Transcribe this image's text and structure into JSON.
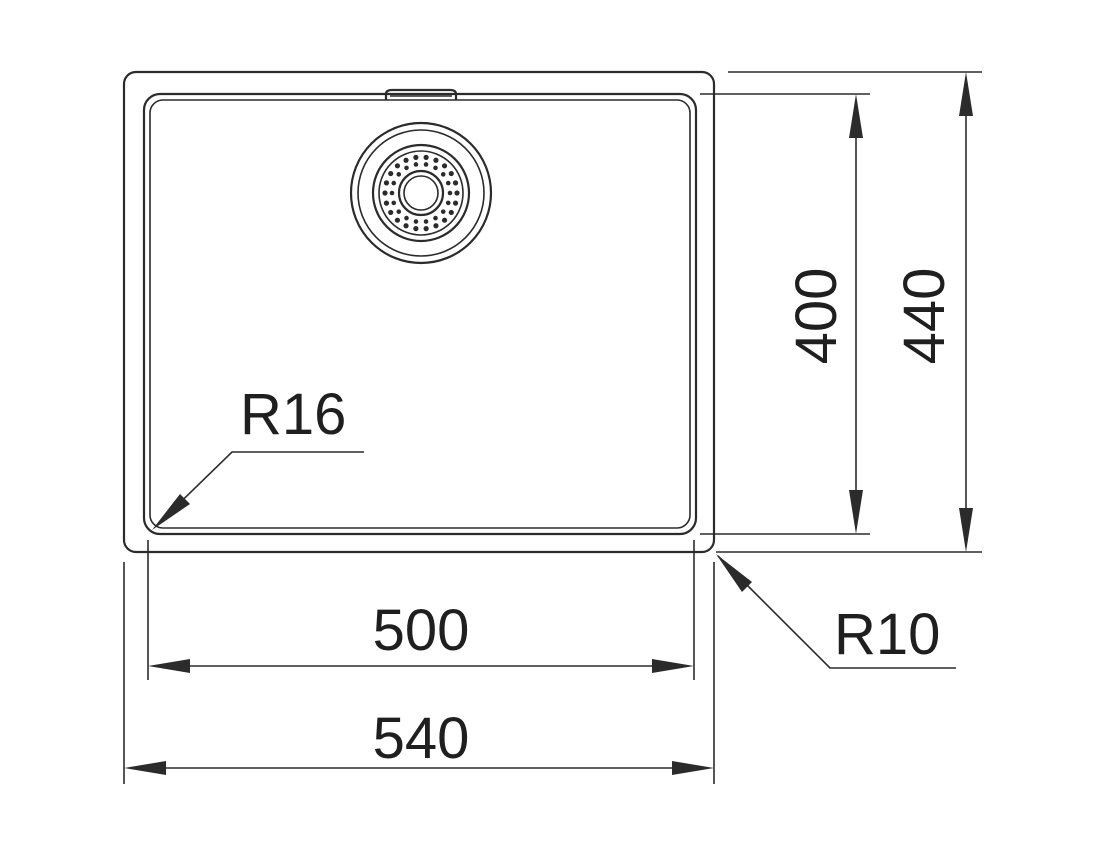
{
  "dimensions": {
    "inner_width": "500",
    "outer_width": "540",
    "inner_depth": "400",
    "outer_depth": "440",
    "inner_corner_radius": "R16",
    "outer_corner_radius": "R10"
  },
  "colors": {
    "line": "#2b2b2b",
    "text": "#1f1f1f",
    "background": "#ffffff"
  }
}
